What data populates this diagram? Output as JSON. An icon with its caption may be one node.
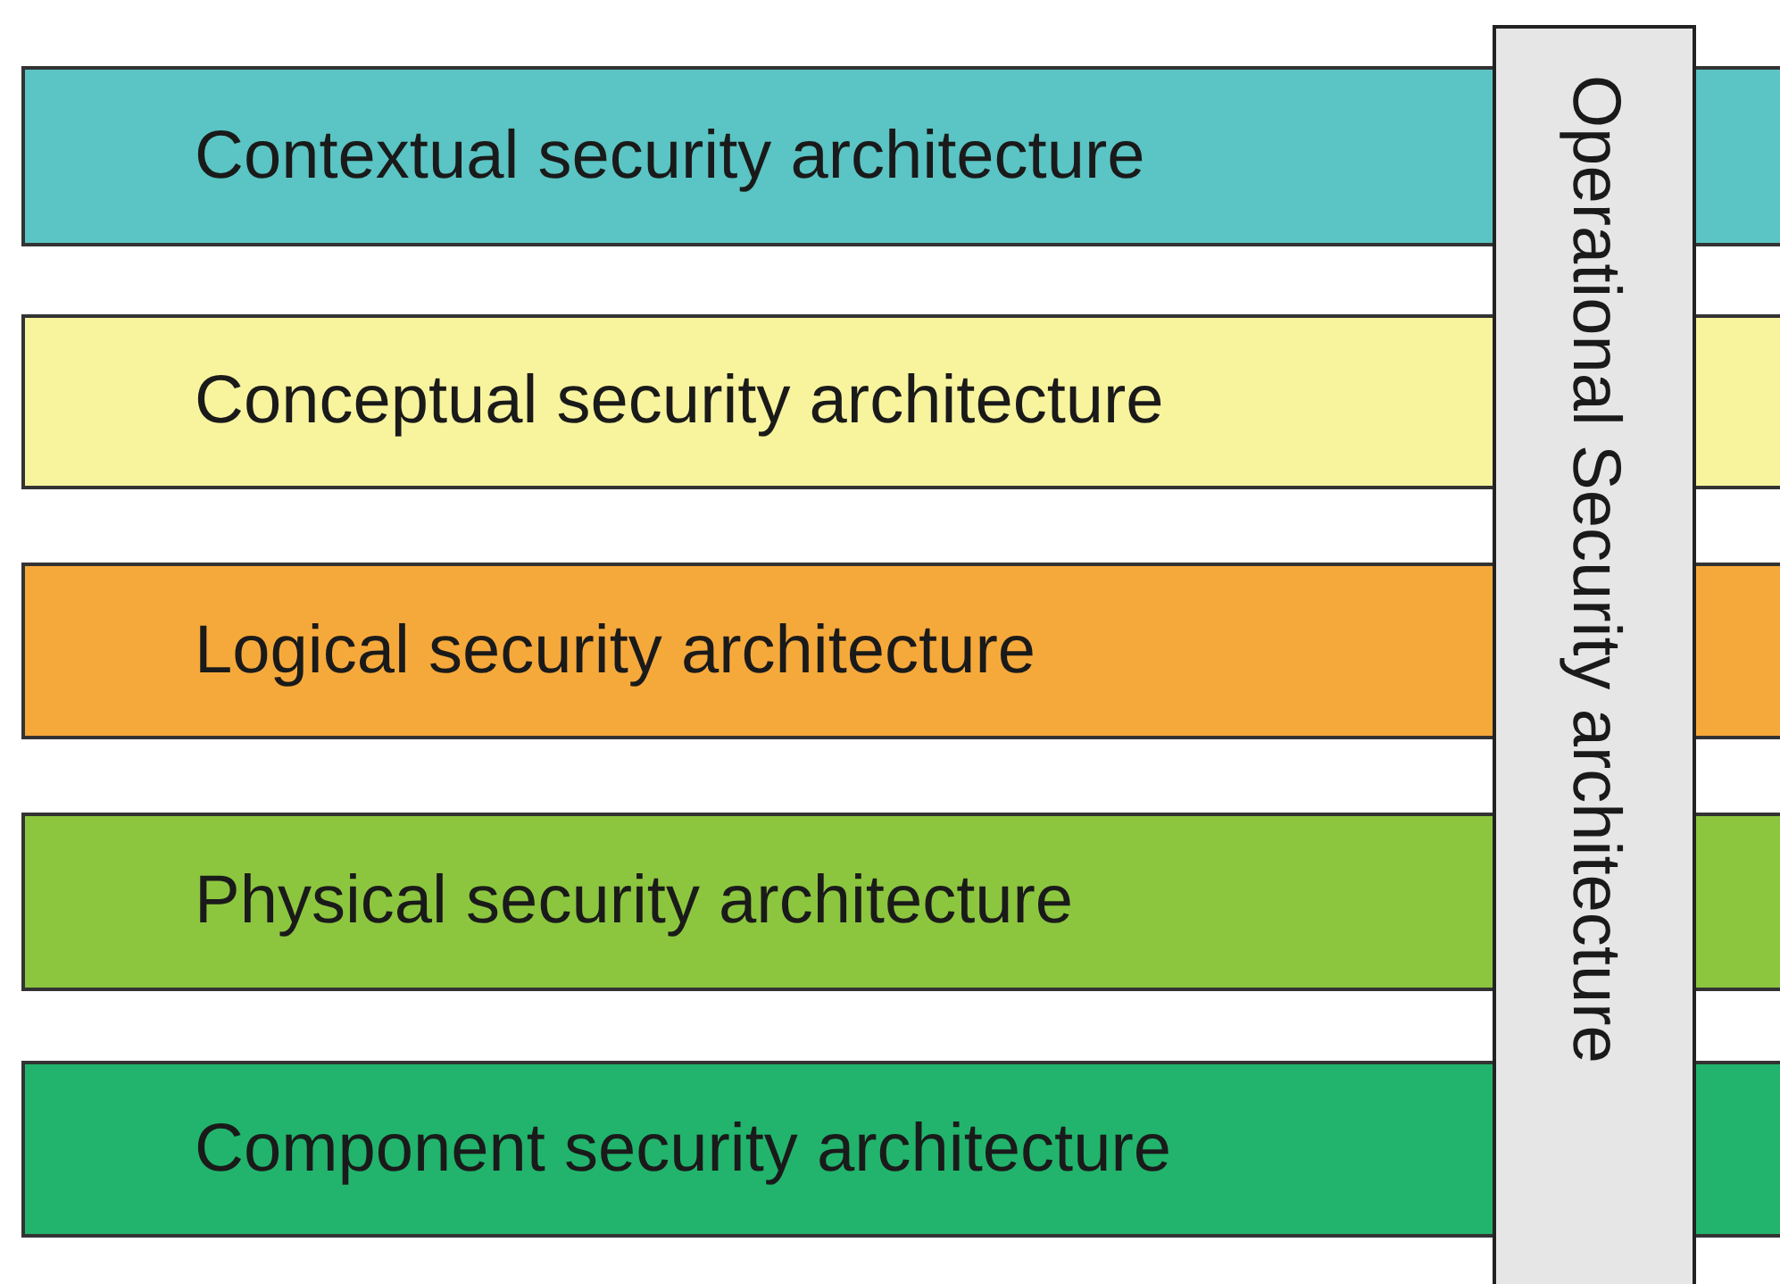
{
  "diagram": {
    "nodes": [
      {
        "text": [
          "Contextual security architecture"
        ]
      },
      {
        "text": [
          "Conceptual security architecture"
        ]
      },
      {
        "text": [
          "Logical security architecture"
        ]
      },
      {
        "text": [
          "Physical security architecture"
        ]
      },
      {
        "text": [
          "Component security architecture"
        ]
      },
      {
        "text": [
          "Operational Security architecture"
        ]
      }
    ]
  }
}
